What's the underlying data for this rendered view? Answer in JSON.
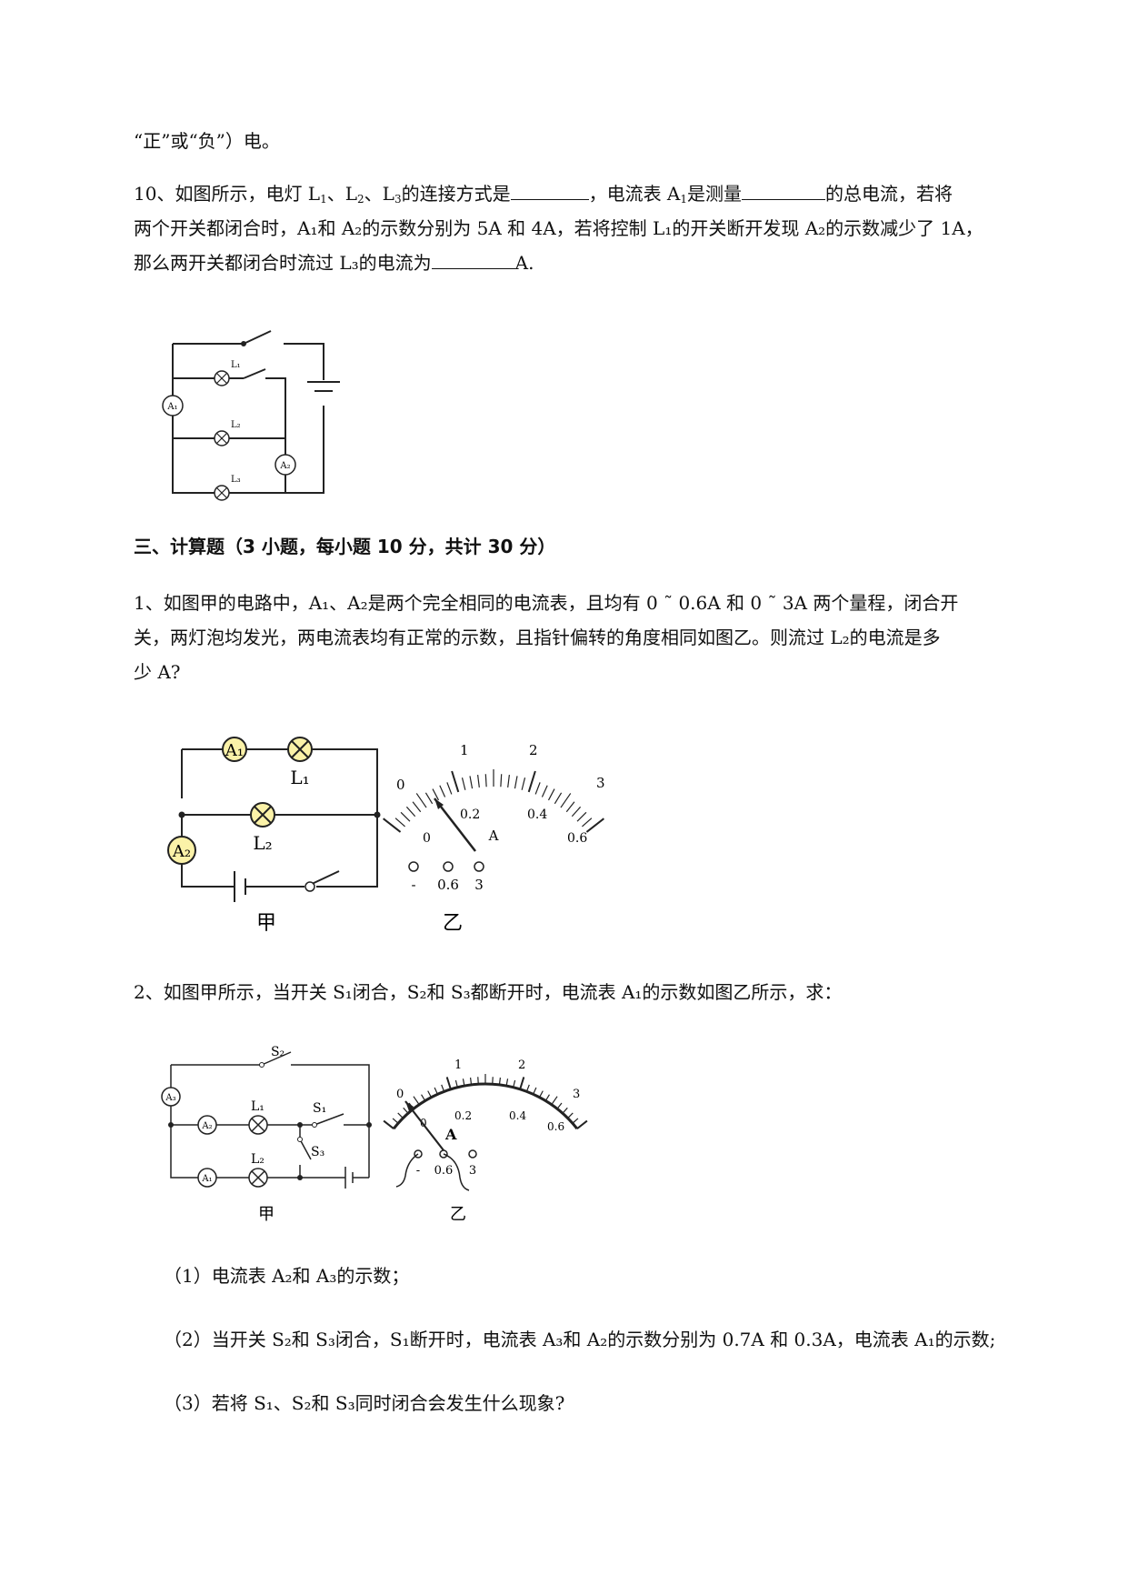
{
  "top_line": "“正”或“负”）电。",
  "q10": {
    "line1_a": "10、如图所示，电灯 L",
    "s1": "1",
    "sep1": "、L",
    "s2": "2",
    "sep2": "、L",
    "s3": "3",
    "line1_b": "的连接方式是",
    "line1_c": "，电流表 A",
    "line1_c_sub": "1",
    "line1_d": "是测量",
    "line1_e": "的总电流，若将",
    "line2": "两个开关都闭合时，A₁和 A₂的示数分别为 5A 和 4A，若将控制 L₁的开关断开发现 A₂的示数减少了 1A，",
    "line3_a": "那么两开关都闭合时流过 L₃的电流为",
    "line3_b": "A.",
    "fig_labels": {
      "A1": "A₁",
      "A2": "A₂",
      "L1": "L₁",
      "L2": "L₂",
      "L3": "L₃"
    }
  },
  "section3_title": "三、计算题（3 小题，每小题 10 分，共计 30 分）",
  "p1": {
    "line1": "1、如图甲的电路中，A₁、A₂是两个完全相同的电流表，且均有 0 ˜ 0.6A 和 0 ˜ 3A 两个量程，闭合开",
    "line2": "关，两灯泡均发光，两电流表均有正常的示数，且指针偏转的角度相同如图乙。则流过 L₂的电流是多",
    "line3": "少 A?",
    "fig": {
      "A1": "A₁",
      "A2": "A₂",
      "L1": "L₁",
      "L2": "L₂",
      "jia": "甲",
      "yi": "乙",
      "big_ticks": [
        "0",
        "1",
        "2",
        "3"
      ],
      "small_ticks": [
        "0",
        "0.2",
        "0.4",
        "0.6"
      ],
      "unit": "A",
      "terminals": [
        "-",
        "0.6",
        "3"
      ]
    }
  },
  "p2": {
    "line1": "2、如图甲所示，当开关 S₁闭合，S₂和 S₃都断开时，电流表 A₁的示数如图乙所示，求：",
    "fig": {
      "S1": "S₁",
      "S2": "S₂",
      "S3": "S₃",
      "A1": "A₁",
      "A2": "A₂",
      "A3": "A₃",
      "L1": "L₁",
      "L2": "L₂",
      "jia": "甲",
      "yi": "乙",
      "big_ticks": [
        "0",
        "1",
        "2",
        "3"
      ],
      "small_ticks": [
        "0",
        "0.2",
        "0.4",
        "0.6"
      ],
      "unit": "A",
      "terminals": [
        "-",
        "0.6",
        "3"
      ]
    },
    "sub1": "（1）电流表 A₂和 A₃的示数；",
    "sub2": "（2）当开关 S₂和 S₃闭合，S₁断开时，电流表 A₃和 A₂的示数分别为 0.7A 和 0.3A，电流表 A₁的示数;",
    "sub3": "（3）若将 S₁、S₂和 S₃同时闭合会发生什么现象?"
  }
}
